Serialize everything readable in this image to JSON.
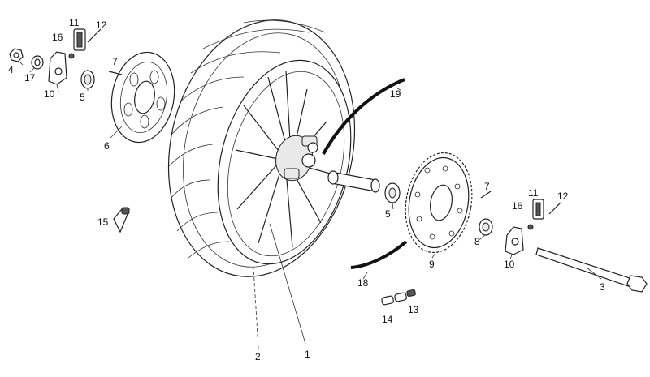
{
  "labels": {
    "l1": "1",
    "l2": "2",
    "l3": "3",
    "l4": "4",
    "l5a": "5",
    "l5b": "5",
    "l6": "6",
    "l7a": "7",
    "l7b": "7",
    "l8": "8",
    "l9": "9",
    "l10a": "10",
    "l10b": "10",
    "l11a": "11",
    "l11b": "11",
    "l12a": "12",
    "l12b": "12",
    "l13": "13",
    "l14": "14",
    "l15": "15",
    "l16a": "16",
    "l16b": "16",
    "l17": "17",
    "l18": "18",
    "l19": "19"
  }
}
